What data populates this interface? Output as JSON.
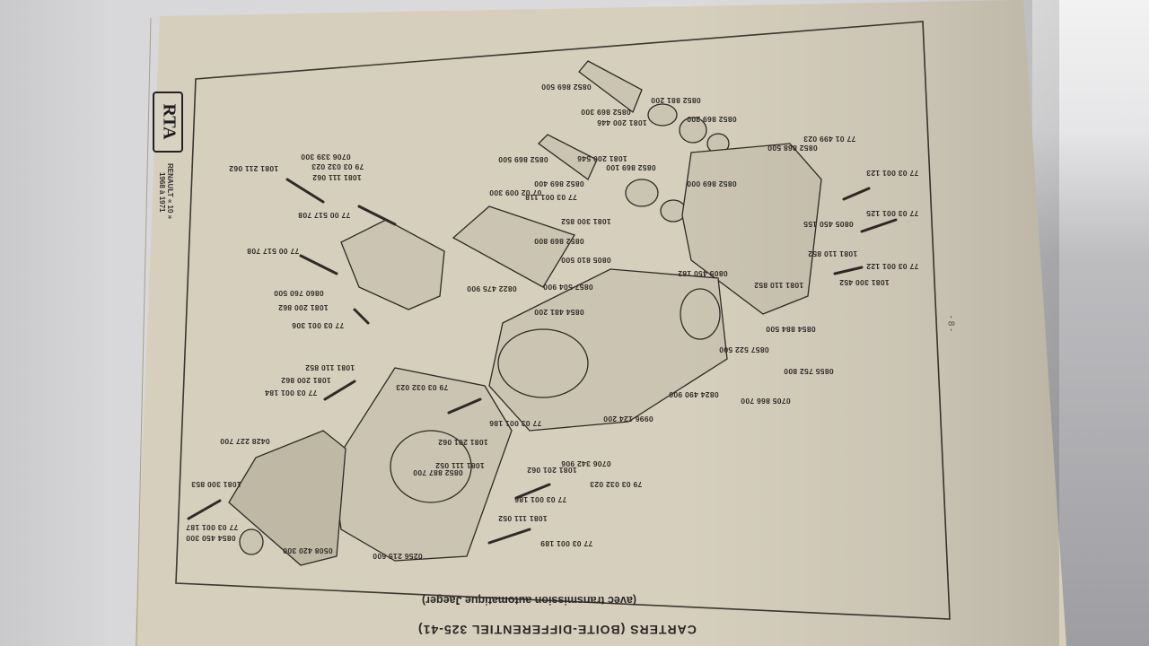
{
  "header": {
    "badge": "RTA",
    "model": "RENAULT « 10 »",
    "years": "1968 à 1971"
  },
  "page_number": "- 8 -",
  "caption": {
    "title": "CARTERS (BOITE-DIFFERENTIEL 325-41)",
    "subtitle": "(avec transmission automatique Jaeger)"
  },
  "part_labels": [
    "0852 869 500",
    "0852 881 200",
    "0852 869 300",
    "1081 200 446",
    "0852 869 200",
    "0852 868 500",
    "77 01 499 023",
    "0852 869 500",
    "1081 200 546",
    "0852 869 100",
    "0852 869 400",
    "0852 869 000",
    "07 02 009 300",
    "77 03 001 118",
    "1081 300 852",
    "0852 869 800",
    "0805 810 500",
    "0822 475 900",
    "77 03 001 123",
    "77 03 001 125",
    "0805 450 155",
    "1081 110 852",
    "77 03 001 122",
    "1081 300 452",
    "1081 110 852",
    "0805 450 182",
    "0857 504 900",
    "0854 481 200",
    "0854 884 500",
    "0857 522 500",
    "0855 752 800",
    "0705 866 700",
    "0824 490 900",
    "0996 124 200",
    "0706 342 906",
    "79 03 032 023",
    "1081 201 062",
    "77 03 001 186",
    "1081 111 052",
    "77 03 001 189",
    "0256 215 600",
    "0508 420 300",
    "0854 450 300",
    "77 03 001 187",
    "1081 300 853",
    "0428 227 700",
    "77 03 001 184",
    "1081 200 862",
    "1081 110 852",
    "79 03 032 023",
    "77 03 001 186",
    "1081 201 062",
    "1081 111 052",
    "0852 887 700",
    "0706 339 300",
    "1081 211 062",
    "79 03 032 023",
    "1081 111 062",
    "77 00 517 708",
    "77 00 517 708",
    "0860 760 500",
    "1081 200 862",
    "77 03 001 306"
  ]
}
